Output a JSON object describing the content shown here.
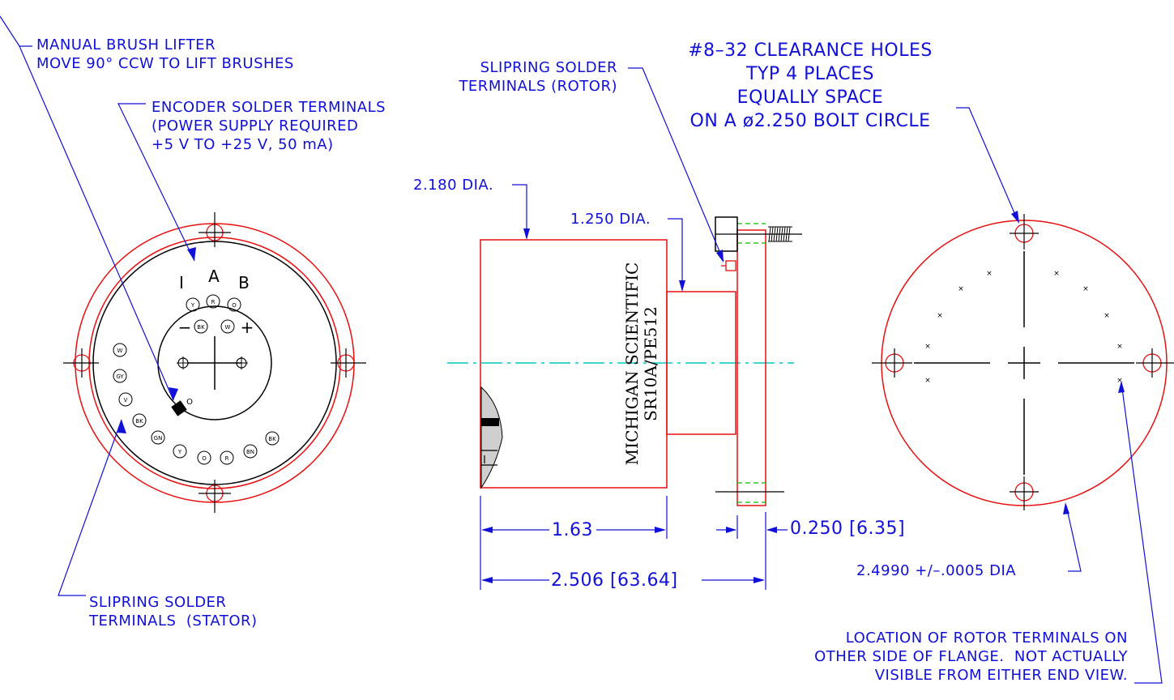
{
  "colors": {
    "annotation": "#1010d8",
    "outline": "#e81010",
    "centerline": "#00c8c8",
    "hidden": "#00c000",
    "ink": "#000000"
  },
  "labels": {
    "brush_lifter": "MANUAL BRUSH LIFTER\nMOVE 90° CCW TO LIFT BRUSHES",
    "encoder_terminals": "ENCODER SOLDER TERMINALS\n(POWER SUPPLY REQUIRED\n+5 V TO +25 V, 50 mA)",
    "slipring_stator": "SLIPRING SOLDER\nTERMINALS  (STATOR)",
    "slipring_rotor": "SLIPRING SOLDER\nTERMINALS (ROTOR)",
    "clearance_holes": "#8–32 CLEARANCE HOLES\nTYP 4 PLACES\nEQUALLY SPACE\nON A ø2.250 BOLT CIRCLE",
    "rotor_location": "LOCATION OF ROTOR TERMINALS ON\nOTHER SIDE OF FLANGE.  NOT ACTUALLY\nVISIBLE FROM EITHER END VIEW.",
    "pilot_dia": "2.4990 +/–.0005 DIA",
    "body_dia": "2.180 DIA.",
    "shaft_dia": "1.250 DIA."
  },
  "dimensions": {
    "body_length": "1.63",
    "overall_length": "2.506 [63.64]",
    "flange_thickness": "0.250 [6.35]"
  },
  "body_text": {
    "line1": "MICHIGAN SCIENTIFIC",
    "line2": "SR10A/PE512"
  },
  "encoder": {
    "channel_i": "I",
    "channel_a": "A",
    "channel_b": "B",
    "minus": "−",
    "plus": "+",
    "terminal_y": "Y",
    "terminal_r": "R",
    "terminal_o": "O",
    "terminal_bk": "BK",
    "terminal_w": "W"
  },
  "stator_terminals": [
    "W",
    "GY",
    "V",
    "BK",
    "GN",
    "Y",
    "O",
    "R",
    "BN",
    "BK"
  ],
  "shaft_mark": "O"
}
